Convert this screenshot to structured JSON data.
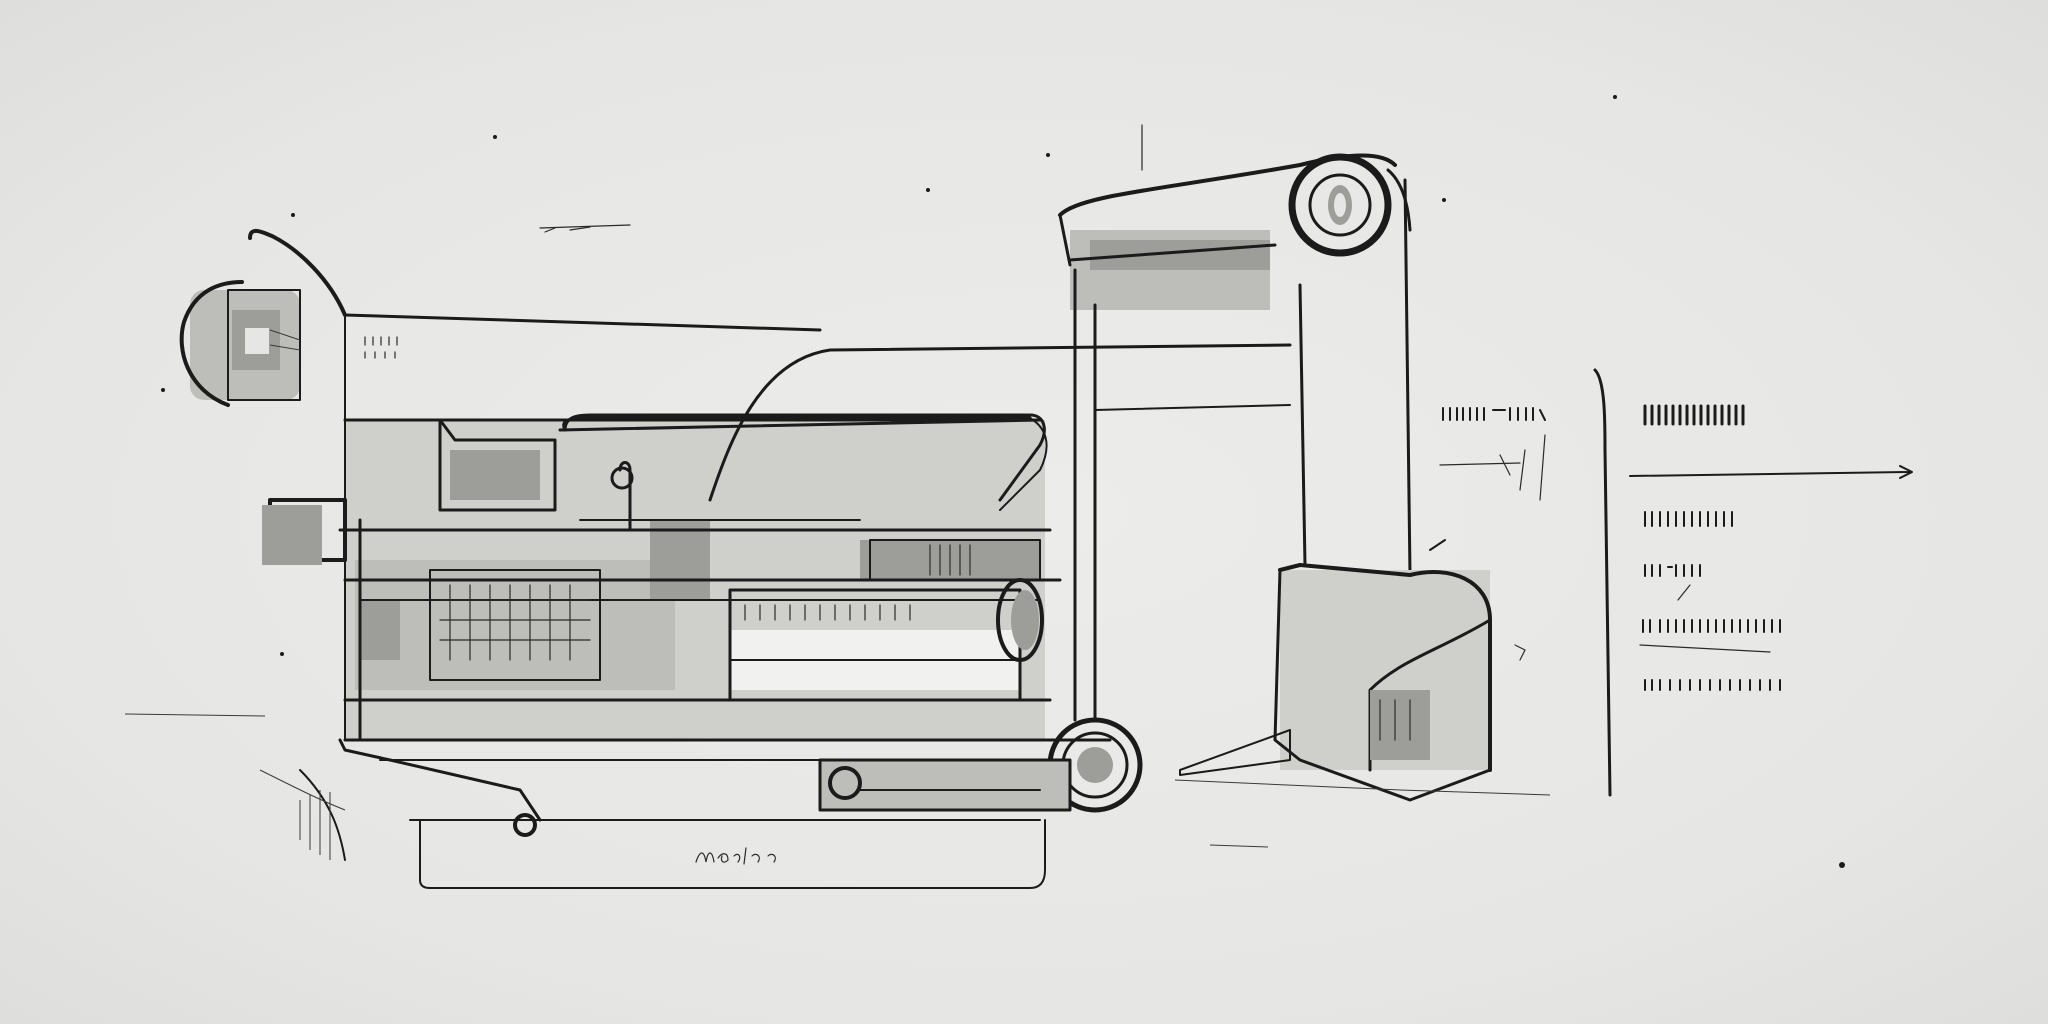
{
  "illustration": {
    "style": "ink sketch",
    "subject": "machine",
    "signature": "Machina"
  },
  "colors": {
    "paper": "#e9e9e7",
    "ink": "#1b1b1b",
    "wash": "#cfcfcc"
  }
}
